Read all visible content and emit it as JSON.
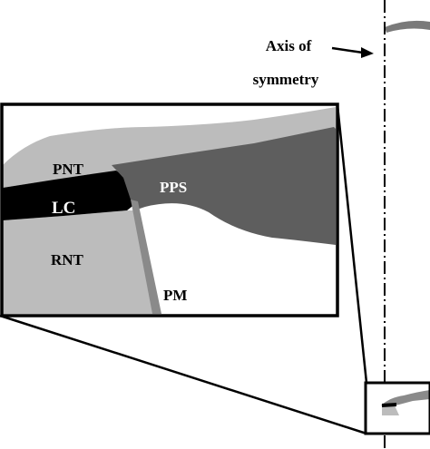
{
  "figure": {
    "axis_label_line1": "Axis of",
    "axis_label_line2": "symmetry",
    "regions": {
      "pnt": "PNT",
      "lc": "LC",
      "pps": "PPS",
      "rnt": "RNT",
      "pm": "PM"
    },
    "colors": {
      "background": "#ffffff",
      "outline": "#000000",
      "light_tissue": "#bcbcbc",
      "dark_tissue": "#5e5e5e",
      "lamina_cribrosa": "#000000",
      "label_dark": "#000000",
      "label_light": "#ffffff"
    },
    "lines": {
      "axis_style": "dash-dot",
      "arrow_direction": "right"
    }
  }
}
